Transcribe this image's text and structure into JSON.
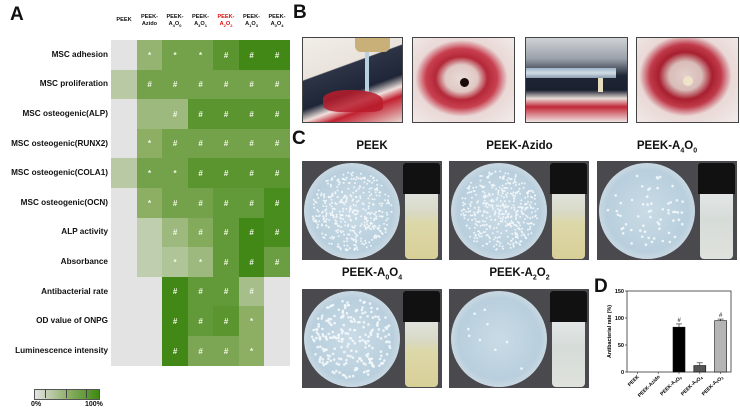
{
  "panels": {
    "A": "A",
    "B": "B",
    "C": "C",
    "D": "D"
  },
  "chart_data": [
    {
      "type": "heatmap",
      "title": "",
      "columns": [
        "PEEK",
        "PEEK-Azido",
        "PEEK-A4O0",
        "PEEK-A3O1",
        "PEEK-A2O2",
        "PEEK-A1O3",
        "PEEK-A0O4"
      ],
      "highlight_column": "PEEK-A2O2",
      "rows": [
        "MSC adhesion",
        "MSC proliferation",
        "MSC osteogenic(ALP)",
        "MSC osteogenic(RUNX2)",
        "MSC osteogenic(COLA1)",
        "MSC osteogenic(OCN)",
        "ALP activity",
        "Absorbance",
        "Antibacterial rate",
        "OD value of ONPG",
        "Luminescence intensity"
      ],
      "values_pct": [
        [
          0,
          45,
          65,
          65,
          80,
          95,
          95
        ],
        [
          25,
          65,
          65,
          65,
          65,
          65,
          65
        ],
        [
          0,
          40,
          40,
          80,
          80,
          80,
          80
        ],
        [
          0,
          50,
          65,
          65,
          65,
          65,
          65
        ],
        [
          25,
          65,
          65,
          80,
          80,
          80,
          80
        ],
        [
          0,
          50,
          65,
          65,
          75,
          75,
          90
        ],
        [
          0,
          20,
          40,
          55,
          75,
          95,
          90
        ],
        [
          0,
          20,
          30,
          40,
          75,
          95,
          70
        ],
        [
          0,
          0,
          95,
          75,
          75,
          35,
          0
        ],
        [
          0,
          0,
          95,
          75,
          80,
          50,
          0
        ],
        [
          0,
          0,
          95,
          60,
          60,
          50,
          0
        ]
      ],
      "marks": [
        [
          "",
          "*",
          "*",
          "*",
          "#",
          "#",
          "#"
        ],
        [
          "",
          "#",
          "#",
          "#",
          "#",
          "#",
          "#"
        ],
        [
          "",
          "",
          "#",
          "#",
          "#",
          "#",
          "#"
        ],
        [
          "",
          "*",
          "#",
          "#",
          "#",
          "#",
          "#"
        ],
        [
          "",
          "*",
          "*",
          "#",
          "#",
          "#",
          "#"
        ],
        [
          "",
          "*",
          "#",
          "#",
          "#",
          "#",
          "#"
        ],
        [
          "",
          "",
          "#",
          "#",
          "#",
          "#",
          "#"
        ],
        [
          "",
          "",
          "*",
          "*",
          "#",
          "#",
          "#"
        ],
        [
          "",
          "",
          "#",
          "#",
          "#",
          "#",
          ""
        ],
        [
          "",
          "",
          "#",
          "#",
          "#",
          "*",
          ""
        ],
        [
          "",
          "",
          "#",
          "#",
          "#",
          "*",
          ""
        ]
      ],
      "legend": {
        "min_label": "0%",
        "max_label": "100%",
        "colors": [
          "#e3e3e3",
          "#3e8a10"
        ]
      }
    },
    {
      "type": "bar",
      "title": "",
      "categories": [
        "PEEK",
        "PEEK-Azido",
        "PEEK-A4O0",
        "PEEK-A0O4",
        "PEEK-A2O2"
      ],
      "values": [
        0,
        0,
        83,
        12,
        95
      ],
      "errors": [
        0,
        0,
        6,
        5,
        3
      ],
      "significance": [
        "",
        "",
        "#",
        "",
        "#"
      ],
      "bar_colors": [
        "#000000",
        "#000000",
        "#000000",
        "#555555",
        "#b5b5b5"
      ],
      "xlabel": "",
      "ylabel": "Antibacterial rate (%)",
      "ylim": [
        0,
        150
      ],
      "yticks": [
        "0",
        "50",
        "100",
        "150"
      ]
    }
  ],
  "heatmap_headers": [
    {
      "l1": "PEEK",
      "l2": "",
      "red": false
    },
    {
      "l1": "PEEK-",
      "l2": "Azido",
      "red": false
    },
    {
      "l1": "PEEK-",
      "l2": "A4O0",
      "red": false
    },
    {
      "l1": "PEEK-",
      "l2": "A3O1",
      "red": false
    },
    {
      "l1": "PEEK-",
      "l2": "A2O2",
      "red": true
    },
    {
      "l1": "PEEK-",
      "l2": "A1O3",
      "red": false
    },
    {
      "l1": "PEEK-",
      "l2": "A0O4",
      "red": false
    }
  ],
  "surgery_photos": [
    "drilling-bone-defect",
    "bone-defect-hole",
    "implant-insertion-forceps",
    "implant-in-defect"
  ],
  "plates": [
    {
      "label": "PEEK",
      "colonies": "dense",
      "broth": "turbid"
    },
    {
      "label": "PEEK-Azido",
      "colonies": "dense",
      "broth": "turbid"
    },
    {
      "label": "PEEK-A4O0",
      "colonies": "sparse",
      "broth": "clear"
    },
    {
      "label": "PEEK-A0O4",
      "colonies": "moderate",
      "broth": "turbid"
    },
    {
      "label": "PEEK-A2O2",
      "colonies": "very-sparse",
      "broth": "clear"
    }
  ],
  "plate_titles": {
    "p0": "PEEK",
    "p1": "PEEK-Azido",
    "p2": "PEEK-A",
    "p2_s1": "4",
    "p2_m": "O",
    "p2_s2": "0",
    "p3": "PEEK-A",
    "p3_s1": "0",
    "p3_m": "O",
    "p3_s2": "4",
    "p4": "PEEK-A",
    "p4_s1": "2",
    "p4_m": "O",
    "p4_s2": "2"
  }
}
